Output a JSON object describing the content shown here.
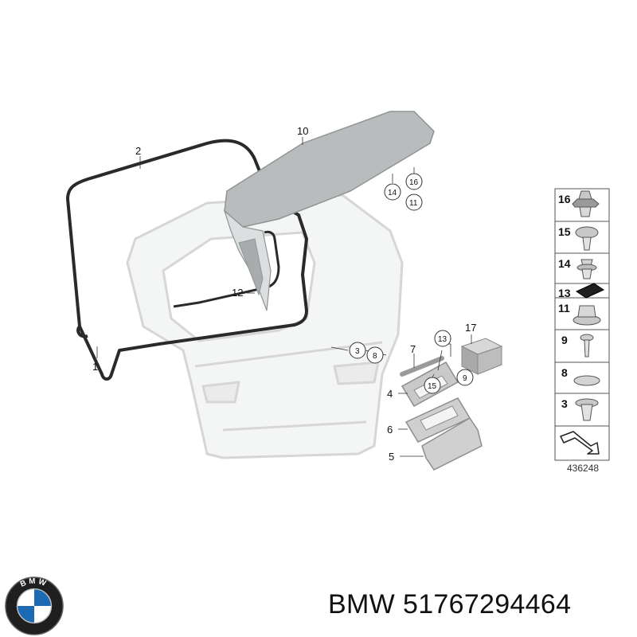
{
  "callouts": {
    "c1": "1",
    "c2": "2",
    "c3": "3",
    "c4": "4",
    "c5": "5",
    "c6": "6",
    "c7": "7",
    "c8": "8",
    "c9": "9",
    "c10": "10",
    "c11": "11",
    "c12": "12",
    "c13": "13",
    "c14": "14",
    "c15": "15",
    "c16": "16",
    "c17": "17"
  },
  "legend": {
    "items": [
      "16",
      "15",
      "14",
      "13",
      "11",
      "9",
      "8",
      "3"
    ],
    "diagram_number": "436248"
  },
  "logo": {
    "letters": "BMW"
  },
  "caption": {
    "brand": "BMW",
    "part_number": "51767294464"
  },
  "colors": {
    "part_outline": "#d9d9d9",
    "seal": "#2a2a2a",
    "spoiler": "#b8bcbc",
    "logo_blue": "#1c69b4",
    "logo_ring": "#1f1f1f"
  }
}
